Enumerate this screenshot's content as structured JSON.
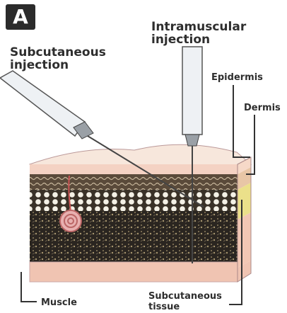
{
  "panel_letter": "A",
  "labels": {
    "intramuscular_line1": "Intramuscular",
    "intramuscular_line2": "injection",
    "subcutaneous_line1": "Subcutaneous",
    "subcutaneous_line2": "injection",
    "epidermis": "Epidermis",
    "dermis": "Dermis",
    "muscle": "Muscle",
    "subcutaneous_tissue_line1": "Subcutaneous",
    "subcutaneous_tissue_line2": "tissue"
  },
  "colors": {
    "epidermis": "#f6d9c8",
    "dermis": "#e9c7a8",
    "subcutaneous_fat": "#ece28e",
    "muscle": "#f0c2b0",
    "syringe": "#eef1f4",
    "needle_hub": "#9aa0a6",
    "leader_line": "#333333"
  }
}
